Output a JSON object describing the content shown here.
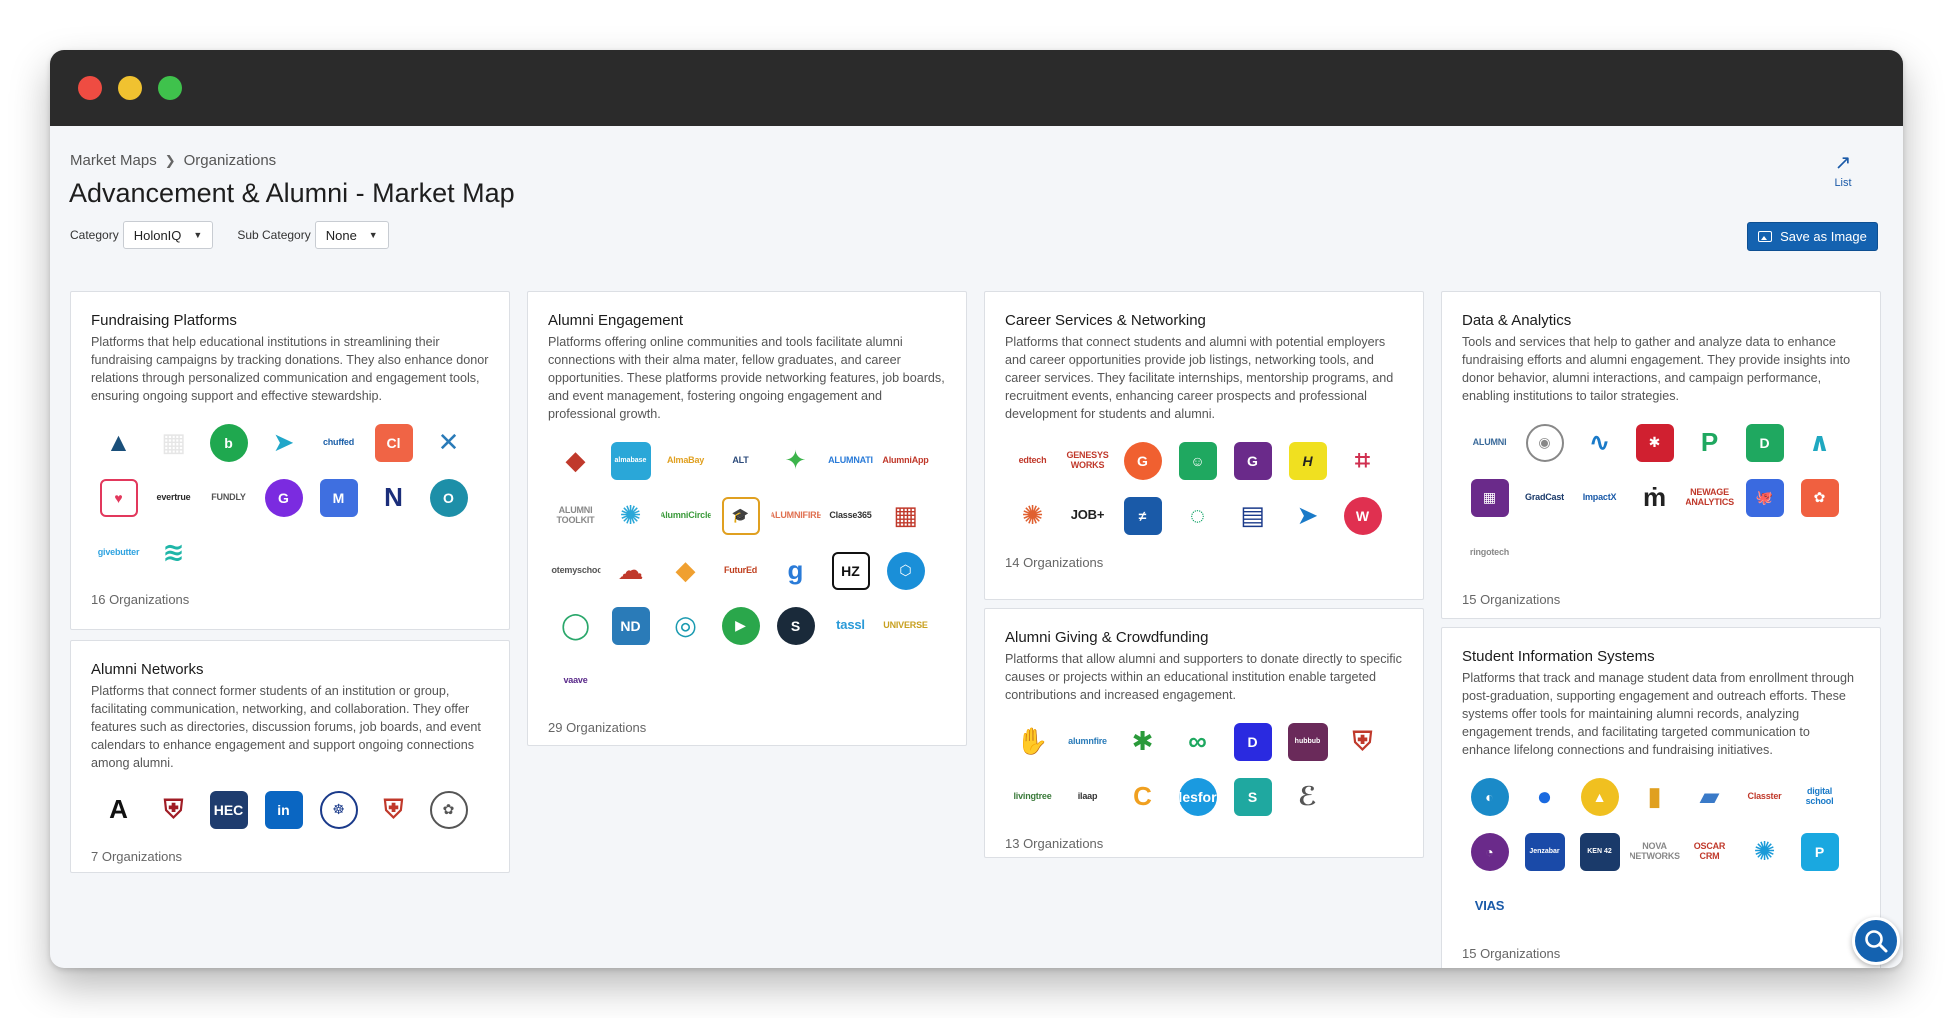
{
  "breadcrumb": {
    "root": "Market Maps",
    "current": "Organizations"
  },
  "page": {
    "title": "Advancement & Alumni - Market Map"
  },
  "header": {
    "list_label": "List",
    "save_label": "Save as Image"
  },
  "filters": {
    "category_label": "Category",
    "category_value": "HolonIQ",
    "sub_category_label": "Sub Category",
    "sub_category_value": "None"
  },
  "colors": {
    "accent": "#1462b0"
  },
  "cards": {
    "fundraising": {
      "title": "Fundraising Platforms",
      "desc": "Platforms that help educational institutions in streamlining their fundraising campaigns by tracking donations. They also enhance donor relations through personalized communication and engagement tools, ensuring ongoing support and effective stewardship.",
      "count": "16 Organizations",
      "logos": [
        {
          "t": "▲",
          "c": "#1a4f7a",
          "s": "plain"
        },
        {
          "t": "▦",
          "c": "#e6e6e6",
          "s": "plain"
        },
        {
          "t": "b",
          "c": "#1fa84f",
          "s": "circle"
        },
        {
          "t": "➤",
          "c": "#21a7c9",
          "s": "plain"
        },
        {
          "t": "chuffed",
          "c": "#1b5fa8",
          "s": "text"
        },
        {
          "t": "Cl",
          "c": "#f06445",
          "s": "square"
        },
        {
          "t": "✕",
          "c": "#2a7bb8",
          "s": "plain"
        },
        {
          "t": "♥",
          "c": "#e2385c",
          "s": "square-outline"
        },
        {
          "t": "evertrue",
          "c": "#2b2b2b",
          "s": "text"
        },
        {
          "t": "FUNDLY",
          "c": "#555",
          "s": "text"
        },
        {
          "t": "G",
          "c": "#7b2be0",
          "s": "circle"
        },
        {
          "t": "M",
          "c": "#3f6fe0",
          "s": "square"
        },
        {
          "t": "N",
          "c": "#1b2e7a",
          "s": "plain"
        },
        {
          "t": "O",
          "c": "#1d8fa8",
          "s": "circle"
        },
        {
          "t": "givebutter",
          "c": "#2fa3e0",
          "s": "text"
        },
        {
          "t": "≋",
          "c": "#1fb6a8",
          "s": "plain"
        }
      ]
    },
    "networks": {
      "title": "Alumni Networks",
      "desc": "Platforms that connect former students of an institution or group, facilitating communication, networking, and collaboration. They offer features such as directories, discussion forums, job boards, and event calendars to enhance engagement and support ongoing connections among alumni.",
      "count": "7 Organizations",
      "logos": [
        {
          "t": "A",
          "c": "#111",
          "s": "plain"
        },
        {
          "t": "⛨",
          "c": "#a01d26",
          "s": "plain"
        },
        {
          "t": "HEC",
          "c": "#1e3c6e",
          "s": "square"
        },
        {
          "t": "in",
          "c": "#0a66c2",
          "s": "square"
        },
        {
          "t": "☸",
          "c": "#1a3a8a",
          "s": "circle-outline"
        },
        {
          "t": "⛨",
          "c": "#c0392b",
          "s": "plain"
        },
        {
          "t": "✿",
          "c": "#555",
          "s": "circle-outline"
        }
      ]
    },
    "engagement": {
      "title": "Alumni Engagement",
      "desc": "Platforms offering online communities and tools facilitate alumni connections with their alma mater, fellow graduates, and career opportunities. These platforms provide networking features, job boards, and event management, fostering ongoing engagement and professional growth.",
      "count": "29 Organizations",
      "logos": [
        {
          "t": "◆",
          "c": "#c0392b",
          "s": "plain"
        },
        {
          "t": "almabase",
          "c": "#2aa7d8",
          "s": "square-text"
        },
        {
          "t": "AlmaBay",
          "c": "#e0a020",
          "s": "text"
        },
        {
          "t": "ALT",
          "c": "#2b4a7a",
          "s": "text"
        },
        {
          "t": "✦",
          "c": "#3cb44b",
          "s": "plain"
        },
        {
          "t": "ALUMNATI",
          "c": "#2a7bd8",
          "s": "text"
        },
        {
          "t": "AlumniApp",
          "c": "#c0392b",
          "s": "text"
        },
        {
          "t": "ALUMNI TOOLKIT",
          "c": "#888",
          "s": "text"
        },
        {
          "t": "✺",
          "c": "#2aa7d8",
          "s": "plain"
        },
        {
          "t": "AlumniCircle",
          "c": "#3a9a3a",
          "s": "text"
        },
        {
          "t": "🎓",
          "c": "#e0a020",
          "s": "square-outline"
        },
        {
          "t": "ALUMNIFIRE",
          "c": "#e07050",
          "s": "text"
        },
        {
          "t": "Classe365",
          "c": "#333",
          "s": "text"
        },
        {
          "t": "▦",
          "c": "#c0392b",
          "s": "plain"
        },
        {
          "t": "dotemyschool",
          "c": "#555",
          "s": "text"
        },
        {
          "t": "☁",
          "c": "#c0392b",
          "s": "plain"
        },
        {
          "t": "◆",
          "c": "#f0a030",
          "s": "plain"
        },
        {
          "t": "FuturEd",
          "c": "#c04020",
          "s": "text"
        },
        {
          "t": "g",
          "c": "#2a7bd8",
          "s": "plain"
        },
        {
          "t": "HZ",
          "c": "#111",
          "s": "square-outline"
        },
        {
          "t": "⬡",
          "c": "#1a8fd8",
          "s": "circle"
        },
        {
          "t": "◯",
          "c": "#2aa76b",
          "s": "plain"
        },
        {
          "t": "ND",
          "c": "#2a7bb8",
          "s": "square"
        },
        {
          "t": "◎",
          "c": "#1a9ab0",
          "s": "plain"
        },
        {
          "t": "▶",
          "c": "#2aa74b",
          "s": "circle"
        },
        {
          "t": "S",
          "c": "#1a2a3a",
          "s": "circle"
        },
        {
          "t": "tassl",
          "c": "#2a9ad8",
          "s": "text-big"
        },
        {
          "t": "UNIVERSE",
          "c": "#c8a020",
          "s": "text"
        },
        {
          "t": "vaave",
          "c": "#5a2a8a",
          "s": "text"
        }
      ]
    },
    "career": {
      "title": "Career Services & Networking",
      "desc": "Platforms that connect students and alumni with potential employers and career opportunities provide job listings, networking tools, and career services. They facilitate internships, mentorship programs, and recruitment events, enhancing career prospects and professional development for students and alumni.",
      "count": "14 Organizations",
      "logos": [
        {
          "t": "edtech",
          "c": "#c0392b",
          "s": "text"
        },
        {
          "t": "GENESYS WORKS",
          "c": "#c0392b",
          "s": "text"
        },
        {
          "t": "G",
          "c": "#f06030",
          "s": "circle"
        },
        {
          "t": "☺",
          "c": "#1fa860",
          "s": "square"
        },
        {
          "t": "G",
          "c": "#6a2a8a",
          "s": "square"
        },
        {
          "t": "H",
          "c": "#222",
          "s": "square-yellow"
        },
        {
          "t": "⌗",
          "c": "#d03050",
          "s": "plain"
        },
        {
          "t": "✺",
          "c": "#e06030",
          "s": "plain"
        },
        {
          "t": "JOB+",
          "c": "#222",
          "s": "text-big"
        },
        {
          "t": "≠",
          "c": "#1a5aa8",
          "s": "square"
        },
        {
          "t": "◌",
          "c": "#1fa870",
          "s": "plain"
        },
        {
          "t": "▤",
          "c": "#1a3a8a",
          "s": "plain"
        },
        {
          "t": "➤",
          "c": "#1a7ac8",
          "s": "plain"
        },
        {
          "t": "W",
          "c": "#e03050",
          "s": "circle"
        }
      ]
    },
    "giving": {
      "title": "Alumni Giving & Crowdfunding",
      "desc": "Platforms that allow alumni and supporters to donate directly to specific causes or projects within an educational institution enable targeted contributions and increased engagement.",
      "count": "13 Organizations",
      "logos": [
        {
          "t": "✋",
          "c": "#e03040",
          "s": "plain"
        },
        {
          "t": "alumnfire",
          "c": "#2a7bb8",
          "s": "text"
        },
        {
          "t": "✱",
          "c": "#2a9a3a",
          "s": "plain"
        },
        {
          "t": "∞",
          "c": "#1fa860",
          "s": "plain"
        },
        {
          "t": "D",
          "c": "#2a2ae0",
          "s": "square"
        },
        {
          "t": "hubbub",
          "c": "#6a2a5a",
          "s": "square-text"
        },
        {
          "t": "⛨",
          "c": "#c0392b",
          "s": "plain"
        },
        {
          "t": "livingtree",
          "c": "#3a7a3a",
          "s": "text"
        },
        {
          "t": "ilaap",
          "c": "#333",
          "s": "text"
        },
        {
          "t": "C",
          "c": "#f0a020",
          "s": "plain"
        },
        {
          "t": "salesforce",
          "c": "#1a9ae0",
          "s": "circle"
        },
        {
          "t": "S",
          "c": "#1fa8a0",
          "s": "square"
        },
        {
          "t": "ℰ",
          "c": "#555",
          "s": "plain"
        }
      ]
    },
    "data": {
      "title": "Data & Analytics",
      "desc": "Tools and services that help to gather and analyze data to enhance fundraising efforts and alumni engagement. They provide insights into donor behavior, alumni interactions, and campaign performance, enabling institutions to tailor strategies.",
      "count": "15 Organizations",
      "logos": [
        {
          "t": "ALUMNI",
          "c": "#3a6a9a",
          "s": "text"
        },
        {
          "t": "◉",
          "c": "#888",
          "s": "circle-outline"
        },
        {
          "t": "∿",
          "c": "#1a7ac8",
          "s": "plain"
        },
        {
          "t": "✱",
          "c": "#d02030",
          "s": "square"
        },
        {
          "t": "P",
          "c": "#1fa860",
          "s": "plain"
        },
        {
          "t": "D",
          "c": "#1fa860",
          "s": "square"
        },
        {
          "t": "∧",
          "c": "#1fa8c0",
          "s": "plain"
        },
        {
          "t": "▦",
          "c": "#6a2a8a",
          "s": "square"
        },
        {
          "t": "GradCast",
          "c": "#1a3a6a",
          "s": "text"
        },
        {
          "t": "ImpactX",
          "c": "#1a5aa8",
          "s": "text"
        },
        {
          "t": "ṁ",
          "c": "#222",
          "s": "plain"
        },
        {
          "t": "NEWAGE ANALYTICS",
          "c": "#c0392b",
          "s": "text"
        },
        {
          "t": "🐙",
          "c": "#3a6ae0",
          "s": "square"
        },
        {
          "t": "✿",
          "c": "#f06040",
          "s": "square"
        },
        {
          "t": "ringotech",
          "c": "#888",
          "s": "text"
        }
      ]
    },
    "sis": {
      "title": "Student Information Systems",
      "desc": "Platforms that track and manage student data from enrollment through post-graduation, supporting engagement and outreach efforts. These systems offer tools for maintaining alumni records, analyzing engagement trends, and facilitating targeted communication to enhance lifelong connections and fundraising initiatives.",
      "count": "15 Organizations",
      "logos": [
        {
          "t": "◐",
          "c": "#1a8ac8",
          "s": "circle"
        },
        {
          "t": "●",
          "c": "#1a6ae0",
          "s": "plain"
        },
        {
          "t": "▲",
          "c": "#f0c020",
          "s": "circle"
        },
        {
          "t": "▮",
          "c": "#e0a020",
          "s": "plain"
        },
        {
          "t": "▰",
          "c": "#3a7ac8",
          "s": "plain"
        },
        {
          "t": "Classter",
          "c": "#c0392b",
          "s": "text"
        },
        {
          "t": "digital school",
          "c": "#1a7ac8",
          "s": "text"
        },
        {
          "t": "◔",
          "c": "#6a2a8a",
          "s": "circle"
        },
        {
          "t": "Jenzabar",
          "c": "#1a4aa8",
          "s": "square-text"
        },
        {
          "t": "KEN 42",
          "c": "#1a3a6a",
          "s": "square-text"
        },
        {
          "t": "NOVA NETWORKS",
          "c": "#888",
          "s": "text"
        },
        {
          "t": "OSCAR CRM",
          "c": "#c0392b",
          "s": "text"
        },
        {
          "t": "✺",
          "c": "#1a9ad8",
          "s": "plain"
        },
        {
          "t": "P",
          "c": "#1aa8e0",
          "s": "square"
        },
        {
          "t": "VIAS",
          "c": "#1a5aa8",
          "s": "text-big"
        }
      ]
    }
  }
}
